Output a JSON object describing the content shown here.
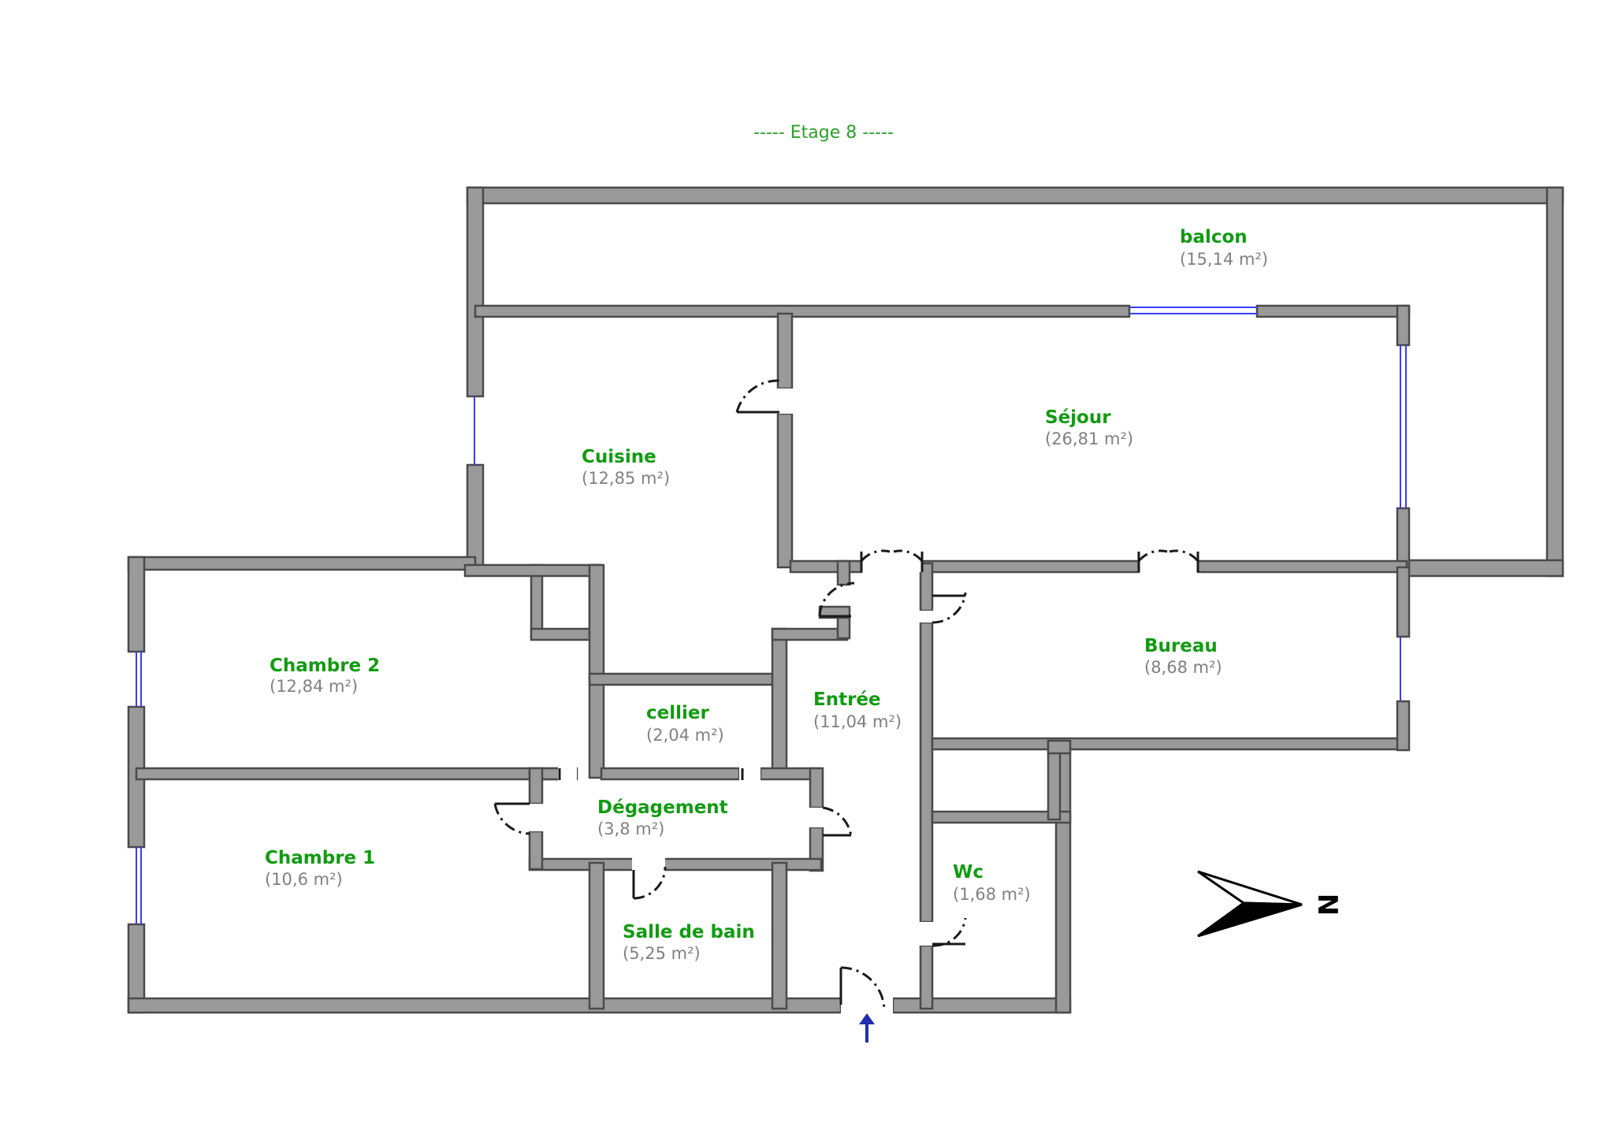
{
  "floor": {
    "label": "----- Etage 8 -----"
  },
  "rooms": {
    "balcon": {
      "name": "balcon",
      "area": "(15,14 m²)"
    },
    "sejour": {
      "name": "Séjour",
      "area": "(26,81 m²)"
    },
    "cuisine": {
      "name": "Cuisine",
      "area": "(12,85 m²)"
    },
    "chambre2": {
      "name": "Chambre 2",
      "area": "(12,84 m²)"
    },
    "chambre1": {
      "name": "Chambre 1",
      "area": "(10,6 m²)"
    },
    "cellier": {
      "name": "cellier",
      "area": "(2,04 m²)"
    },
    "degagement": {
      "name": "Dégagement",
      "area": "(3,8 m²)"
    },
    "salledebain": {
      "name": "Salle de bain",
      "area": "(5,25 m²)"
    },
    "entree": {
      "name": "Entrée",
      "area": "(11,04 m²)"
    },
    "bureau": {
      "name": "Bureau",
      "area": "(8,68 m²)"
    },
    "wc": {
      "name": "Wc",
      "area": "(1,68 m²)"
    }
  },
  "compass": {
    "label": "N"
  },
  "colors": {
    "wall": "#9a9a9a",
    "room_name": "#129b12",
    "area": "#808080",
    "window": "#3b3bff",
    "entrance_arrow": "#1f2fb0"
  }
}
